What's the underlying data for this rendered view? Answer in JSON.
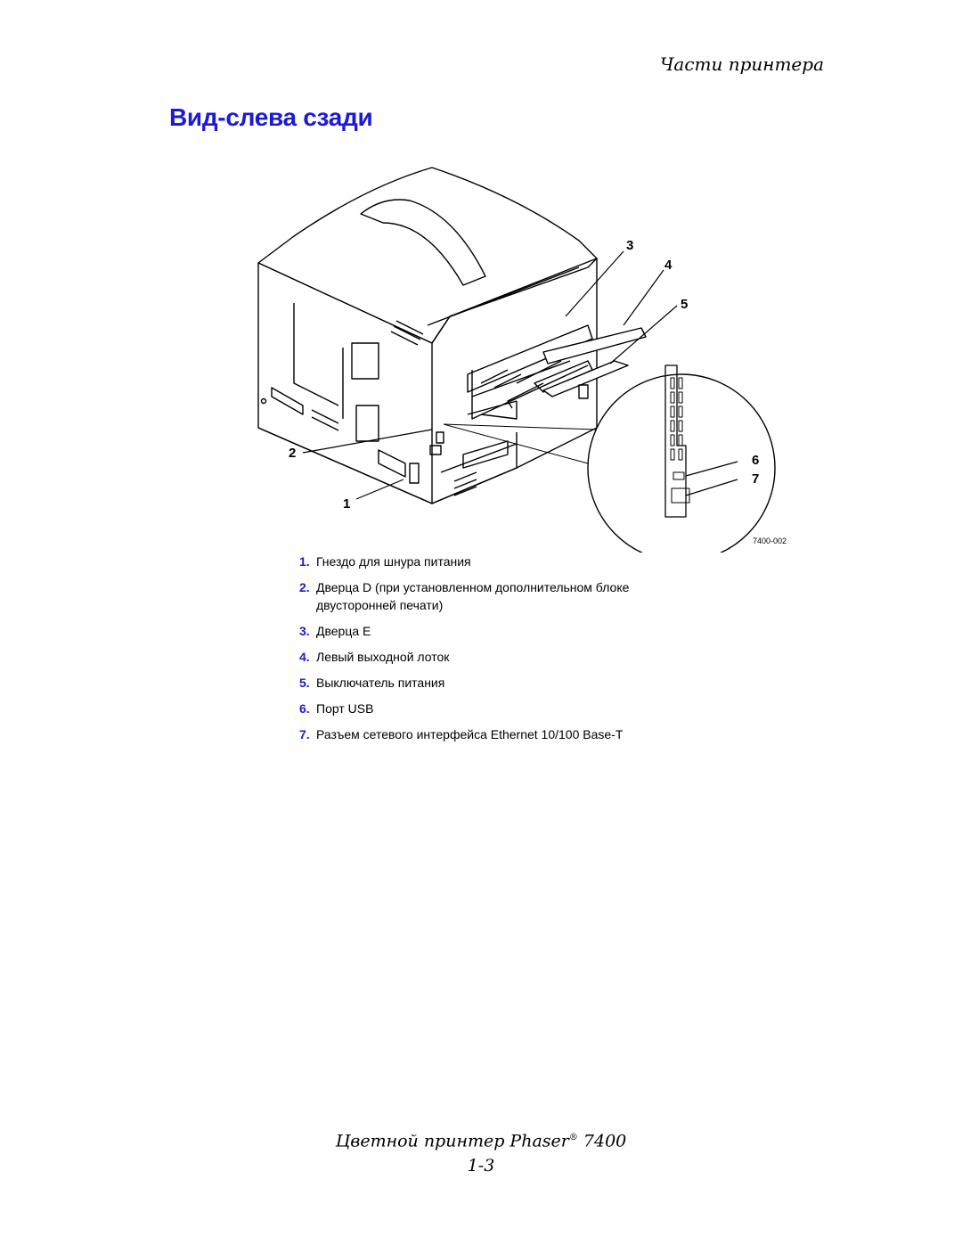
{
  "header": {
    "section": "Части принтера"
  },
  "title": "Вид-слева сзади",
  "figure": {
    "callouts": [
      "1",
      "2",
      "3",
      "4",
      "5",
      "6",
      "7"
    ],
    "code": "7400-002"
  },
  "legend": [
    {
      "num": "1.",
      "text": "Гнездо для шнура питания"
    },
    {
      "num": "2.",
      "text": "Дверца D (при установленном дополнительном блоке двусторонней печати)"
    },
    {
      "num": "3.",
      "text": "Дверца E"
    },
    {
      "num": "4.",
      "text": "Левый выходной лоток"
    },
    {
      "num": "5.",
      "text": "Выключатель питания"
    },
    {
      "num": "6.",
      "text": "Порт USB"
    },
    {
      "num": "7.",
      "text": "Разъем сетевого интерфейса Ethernet 10/100 Base-T"
    }
  ],
  "footer": {
    "product": "Цветной принтер Phaser",
    "reg": "®",
    "model": "7400",
    "page": "1-3"
  }
}
